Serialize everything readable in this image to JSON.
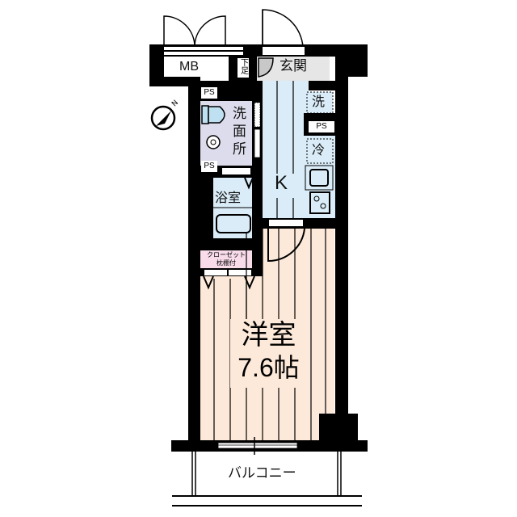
{
  "floorplan": {
    "rooms": {
      "western_room": {
        "name": "洋室",
        "size": "7.6帖",
        "color": "#fde9d9"
      },
      "kitchen": {
        "name": "K",
        "color": "#d9ecf7"
      },
      "washroom": {
        "name": "洗面所",
        "color": "#dcdcec"
      },
      "bathroom": {
        "name": "浴室",
        "color": "#d9ecf7"
      },
      "entrance": {
        "name": "玄関",
        "color": "#e6e6e6"
      },
      "closet": {
        "line1": "クローゼット",
        "line2": "枕棚付",
        "color": "#f9dcea"
      },
      "balcony": {
        "name": "バルコニー"
      }
    },
    "labels": {
      "mb": "MB",
      "shoe_box": "下足",
      "ps_top": "PS",
      "ps_middle": "PS",
      "ps_kitchen": "PS",
      "washer": "洗",
      "fridge": "冷"
    },
    "compass": {
      "direction": "N"
    }
  }
}
